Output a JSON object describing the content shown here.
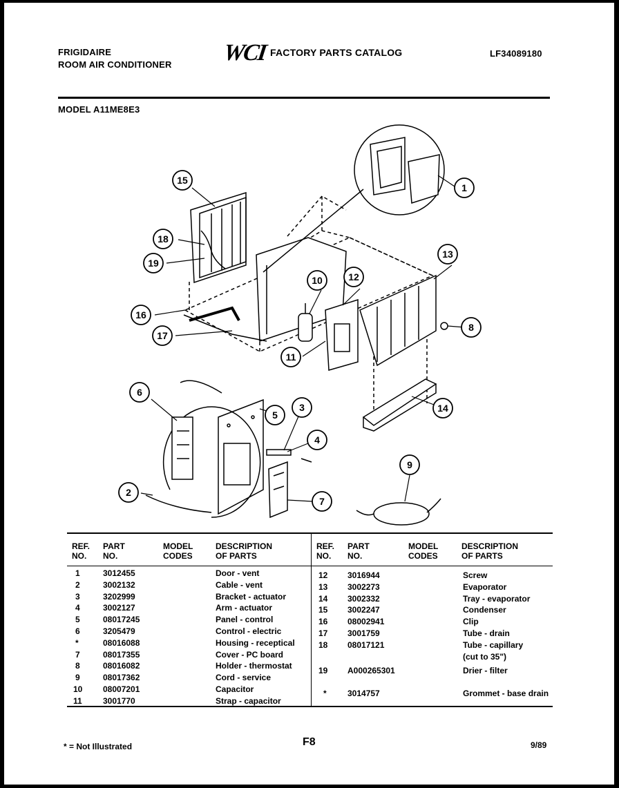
{
  "header": {
    "brand": "FRIGIDAIRE",
    "product": "ROOM AIR CONDITIONER",
    "logo": "WCI",
    "catalog": "FACTORY PARTS CATALOG",
    "doc_number": "LF34089180"
  },
  "model_label": "MODEL A11ME8E3",
  "callouts": [
    "1",
    "2",
    "3",
    "4",
    "5",
    "6",
    "7",
    "8",
    "9",
    "10",
    "11",
    "12",
    "13",
    "14",
    "15",
    "16",
    "17",
    "18",
    "19"
  ],
  "table": {
    "headers": {
      "ref": [
        "REF.",
        "NO."
      ],
      "part": [
        "PART",
        "NO."
      ],
      "model": [
        "MODEL",
        "CODES"
      ],
      "desc": [
        "DESCRIPTION",
        "OF PARTS"
      ]
    },
    "left": [
      {
        "ref": "1",
        "part": "3012455",
        "desc": "Door - vent"
      },
      {
        "ref": "2",
        "part": "3002132",
        "desc": "Cable - vent"
      },
      {
        "ref": "3",
        "part": "3202999",
        "desc": "Bracket - actuator"
      },
      {
        "ref": "4",
        "part": "3002127",
        "desc": "Arm - actuator"
      },
      {
        "ref": "5",
        "part": "08017245",
        "desc": "Panel - control"
      },
      {
        "ref": "6",
        "part": "3205479",
        "desc": "Control - electric"
      },
      {
        "ref": "*",
        "part": "08016088",
        "desc": "Housing - receptical"
      },
      {
        "ref": "7",
        "part": "08017355",
        "desc": "Cover - PC board"
      },
      {
        "ref": "8",
        "part": "08016082",
        "desc": "Holder - thermostat"
      },
      {
        "ref": "9",
        "part": "08017362",
        "desc": "Cord - service"
      },
      {
        "ref": "10",
        "part": "08007201",
        "desc": "Capacitor"
      },
      {
        "ref": "11",
        "part": "3001770",
        "desc": "Strap - capacitor"
      }
    ],
    "right": [
      {
        "ref": "12",
        "part": "3016944",
        "desc": "Screw"
      },
      {
        "ref": "13",
        "part": "3002273",
        "desc": "Evaporator"
      },
      {
        "ref": "14",
        "part": "3002332",
        "desc": "Tray - evaporator"
      },
      {
        "ref": "15",
        "part": "3002247",
        "desc": "Condenser"
      },
      {
        "ref": "16",
        "part": "08002941",
        "desc": "Clip"
      },
      {
        "ref": "17",
        "part": "3001759",
        "desc": "Tube - drain"
      },
      {
        "ref": "18",
        "part": "08017121",
        "desc": "Tube - capillary"
      },
      {
        "ref": "",
        "part": "",
        "desc": "(cut to 35\")"
      },
      {
        "ref": "19",
        "part": "A000265301",
        "desc": "Drier - filter"
      },
      {
        "ref": "",
        "part": "",
        "desc": ""
      },
      {
        "ref": "*",
        "part": "3014757",
        "desc": "Grommet - base drain"
      }
    ]
  },
  "footer": {
    "note": "* = Not Illustrated",
    "page": "F8",
    "date": "9/89"
  }
}
